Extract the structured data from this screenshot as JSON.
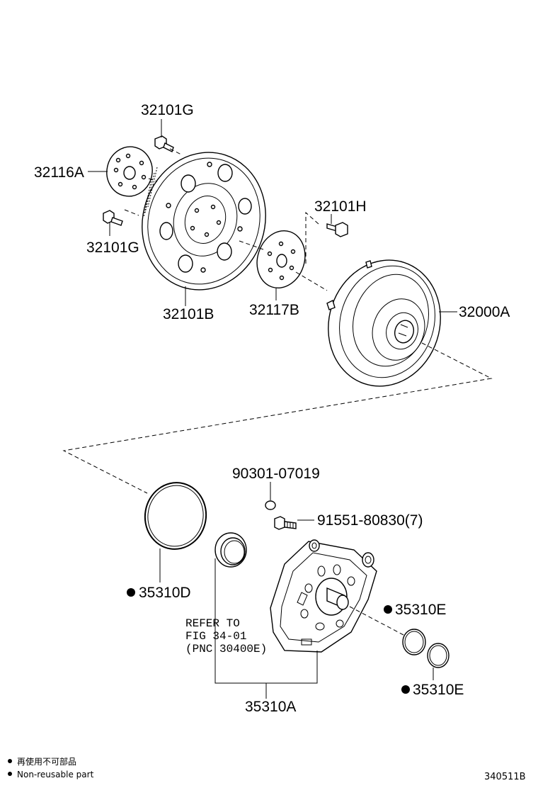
{
  "callouts": {
    "c32101G_top": "32101G",
    "c32116A": "32116A",
    "c32101G_left": "32101G",
    "c32101B": "32101B",
    "c32101H": "32101H",
    "c32117B": "32117B",
    "c32000A": "32000A",
    "c90301": "90301-07019",
    "c91551": "91551-80830(7)",
    "c35310D": "35310D",
    "c35310E_top": "35310E",
    "c35310E_bottom": "35310E",
    "c35310A": "35310A"
  },
  "refer_note": {
    "line1": "REFER TO",
    "line2": "FIG 34-01",
    "line3": "(PNC 30400E)"
  },
  "legend": {
    "line1": "再使用不可部品",
    "line2": "Non-reusable part"
  },
  "doc_id": "340511B"
}
